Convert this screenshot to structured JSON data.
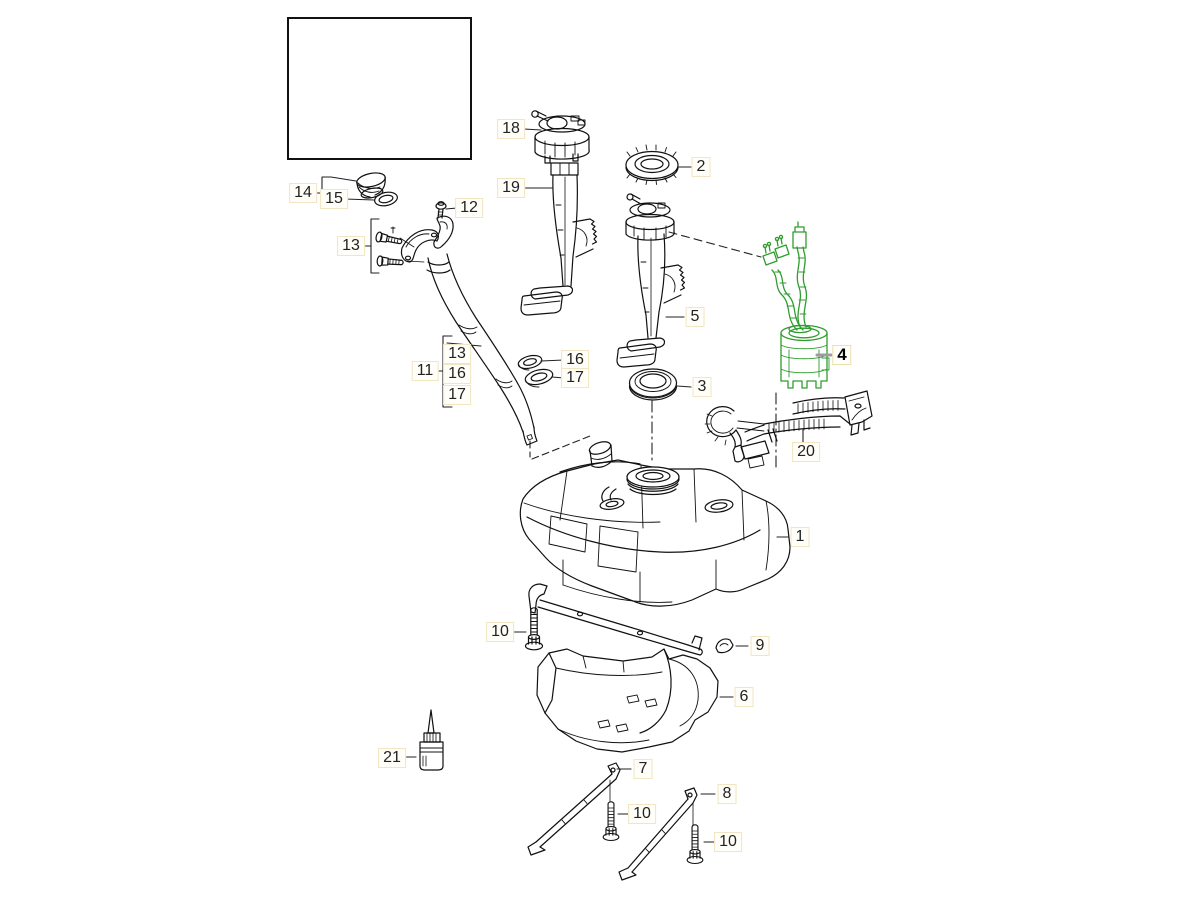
{
  "diagram": {
    "type": "exploded-parts-diagram",
    "subject": "fuel tank assembly with filler pipe, fuel pump and straps",
    "colors": {
      "line": "#111111",
      "highlight_part": "#2f9e2f",
      "selected_leader": "#9c9c9c",
      "label_text": "#222222",
      "label_bg": "#fffef8",
      "label_border": "#f1e5c3",
      "background": "#ffffff"
    },
    "inset": {
      "icon": "car-outline-sketch"
    },
    "callouts": {
      "c18": {
        "text": "18"
      },
      "c19": {
        "text": "19"
      },
      "c2": {
        "text": "2"
      },
      "c5": {
        "text": "5"
      },
      "c14": {
        "text": "14"
      },
      "c15": {
        "text": "15"
      },
      "c12": {
        "text": "12"
      },
      "c13": {
        "text": "13"
      },
      "c11": {
        "text": "11"
      },
      "c11_13": {
        "text": "13"
      },
      "c11_16": {
        "text": "16"
      },
      "c11_17": {
        "text": "17"
      },
      "c16": {
        "text": "16"
      },
      "c17": {
        "text": "17"
      },
      "c3": {
        "text": "3"
      },
      "c4": {
        "text": "4",
        "selected": true
      },
      "c20": {
        "text": "20"
      },
      "c1": {
        "text": "1"
      },
      "c10a": {
        "text": "10"
      },
      "c9": {
        "text": "9"
      },
      "c6": {
        "text": "6"
      },
      "c21": {
        "text": "21"
      },
      "c7": {
        "text": "7"
      },
      "c10b": {
        "text": "10"
      },
      "c8": {
        "text": "8"
      },
      "c10c": {
        "text": "10"
      }
    }
  }
}
